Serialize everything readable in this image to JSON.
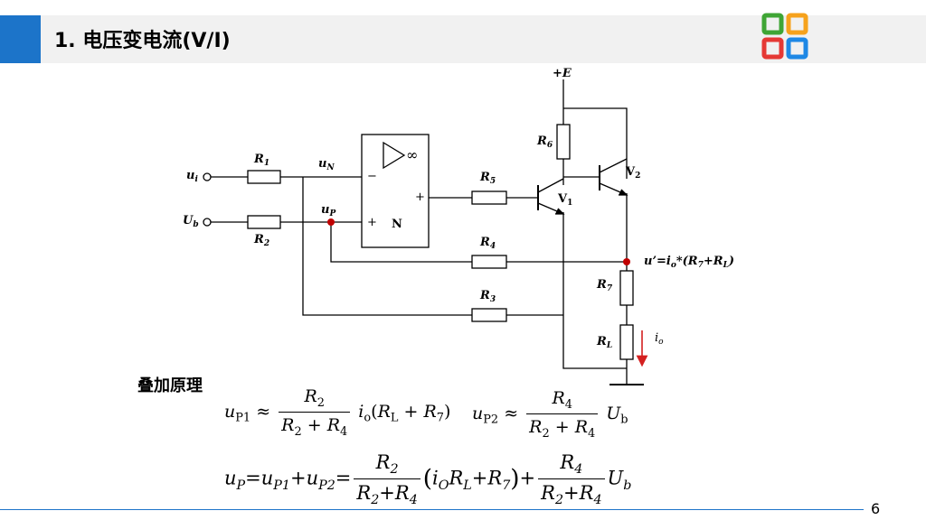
{
  "slide": {
    "title": "1. 电压变电流(V/I)",
    "page_number": "6",
    "section_heading": "叠加原理"
  },
  "colors": {
    "accent_blue": "#1c74c9",
    "title_band": "#f1f1f1",
    "node_red": "#c00000",
    "arrow_red": "#d42020",
    "logo": [
      "#3fa535",
      "#f6a21c",
      "#e53935",
      "#1e88e5"
    ]
  },
  "circuit": {
    "supply": "+E",
    "amp_label": "N",
    "amp_gain": "∞",
    "minus_sign": "−",
    "plus_sign": "+",
    "inputs": {
      "ui": {
        "base": "u",
        "sub": "i"
      },
      "ub": {
        "base": "U",
        "sub": "b"
      }
    },
    "nodes": {
      "uN": {
        "base": "u",
        "sub": "N"
      },
      "uP": {
        "base": "u",
        "sub": "P"
      }
    },
    "resistors": {
      "R1": {
        "base": "R",
        "sub": "1"
      },
      "R2": {
        "base": "R",
        "sub": "2"
      },
      "R3": {
        "base": "R",
        "sub": "3"
      },
      "R4": {
        "base": "R",
        "sub": "4"
      },
      "R5": {
        "base": "R",
        "sub": "5"
      },
      "R6": {
        "base": "R",
        "sub": "6"
      },
      "R7": {
        "base": "R",
        "sub": "7"
      },
      "RL": {
        "base": "R",
        "sub": "L"
      }
    },
    "transistors": {
      "V1": {
        "base": "V",
        "sub": "1"
      },
      "V2": {
        "base": "V",
        "sub": "2"
      }
    },
    "current": {
      "base": "i",
      "sub": "o"
    },
    "output_node": {
      "pre": "u’=",
      "i": "i",
      "i_sub": "o",
      "mid": "*(",
      "r7": "R",
      "r7_sub": "7",
      "plus": "+",
      "rl": "R",
      "rl_sub": "L",
      "post": ")"
    }
  },
  "equations": {
    "eq1": {
      "lhs": "u",
      "lhs_sub": "P1",
      "approx": "≈",
      "num": "R",
      "num_sub": "2",
      "den_a": "R",
      "den_a_sub": "2",
      "den_plus": " + ",
      "den_b": "R",
      "den_b_sub": "4",
      "tail_i": "i",
      "tail_i_sub": "o",
      "tail_open": "(",
      "tail_r1": "R",
      "tail_r1_sub": "L",
      "tail_plus": " + ",
      "tail_r2": "R",
      "tail_r2_sub": "7",
      "tail_close": ")"
    },
    "eq2": {
      "lhs": "u",
      "lhs_sub": "P2",
      "approx": "≈",
      "num": "R",
      "num_sub": "4",
      "den_a": "R",
      "den_a_sub": "2",
      "den_plus": " + ",
      "den_b": "R",
      "den_b_sub": "4",
      "tail": "U",
      "tail_sub": "b"
    },
    "eq3": {
      "u": "u",
      "u_sub": "P",
      "eq": "=",
      "a": "u",
      "a_sub": "P1",
      "plus": "+",
      "b": "u",
      "b_sub": "P2",
      "eq2": "=",
      "f1_num": "R",
      "f1_num_sub": "2",
      "f1_den_a": "R",
      "f1_den_a_sub": "2",
      "f1_den_plus": "+",
      "f1_den_b": "R",
      "f1_den_b_sub": "4",
      "open": "(",
      "io": "i",
      "io_sub": "O",
      "rl": "R",
      "rl_sub": "L",
      "p1": "+",
      "r7": "R",
      "r7_sub": "7",
      "close": ")",
      "plus2": "+",
      "f2_num": "R",
      "f2_num_sub": "4",
      "f2_den_a": "R",
      "f2_den_a_sub": "2",
      "f2_den_plus": "+",
      "f2_den_b": "R",
      "f2_den_b_sub": "4",
      "ub": "U",
      "ub_sub": "b"
    }
  }
}
